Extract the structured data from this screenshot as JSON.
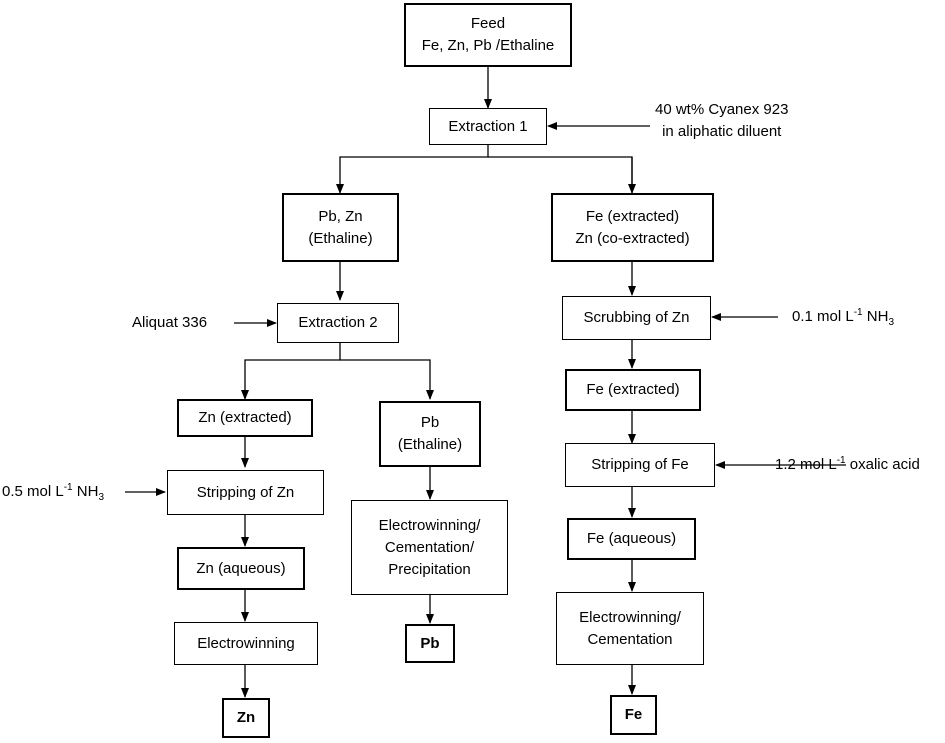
{
  "nodes": {
    "feed": {
      "line1": "Feed",
      "line2": "Fe, Zn, Pb /Ethaline"
    },
    "ext1": {
      "line1": "Extraction 1"
    },
    "pbzn": {
      "line1": "Pb, Zn",
      "line2": "(Ethaline)"
    },
    "fe_zn": {
      "line1": "Fe (extracted)",
      "line2": "Zn (co-extracted)"
    },
    "ext2": {
      "line1": "Extraction 2"
    },
    "scrub": {
      "line1": "Scrubbing of Zn"
    },
    "zn_ext": {
      "line1": "Zn (extracted)"
    },
    "pb_eth": {
      "line1": "Pb",
      "line2": "(Ethaline)"
    },
    "fe_ext": {
      "line1": "Fe (extracted)"
    },
    "strip_zn": {
      "line1": "Stripping of Zn"
    },
    "strip_fe": {
      "line1": "Stripping of Fe"
    },
    "pb_proc": {
      "line1": "Electrowinning/",
      "line2": "Cementation/",
      "line3": "Precipitation"
    },
    "zn_aq": {
      "line1": "Zn (aqueous)"
    },
    "fe_aq": {
      "line1": "Fe (aqueous)"
    },
    "ew_zn": {
      "line1": "Electrowinning"
    },
    "fe_proc": {
      "line1": "Electrowinning/",
      "line2": "Cementation"
    },
    "pb_out": {
      "line1": "Pb"
    },
    "zn_out": {
      "line1": "Zn"
    },
    "fe_out": {
      "line1": "Fe"
    }
  },
  "reagents": {
    "cyanex": {
      "line1": "40 wt% Cyanex 923",
      "line2": "in aliphatic diluent"
    },
    "aliquat": {
      "line1": "Aliquat 336"
    },
    "nh3_01": {
      "prefix": "0.1 mol L",
      "sup": "-1",
      "mid": " NH",
      "sub": "3"
    },
    "nh3_05": {
      "prefix": "0.5 mol L",
      "sup": "-1",
      "mid": " NH",
      "sub": "3"
    },
    "oxalic": {
      "prefix": "1.2 mol L",
      "sup": "-1",
      "suffix": " oxalic acid"
    }
  }
}
